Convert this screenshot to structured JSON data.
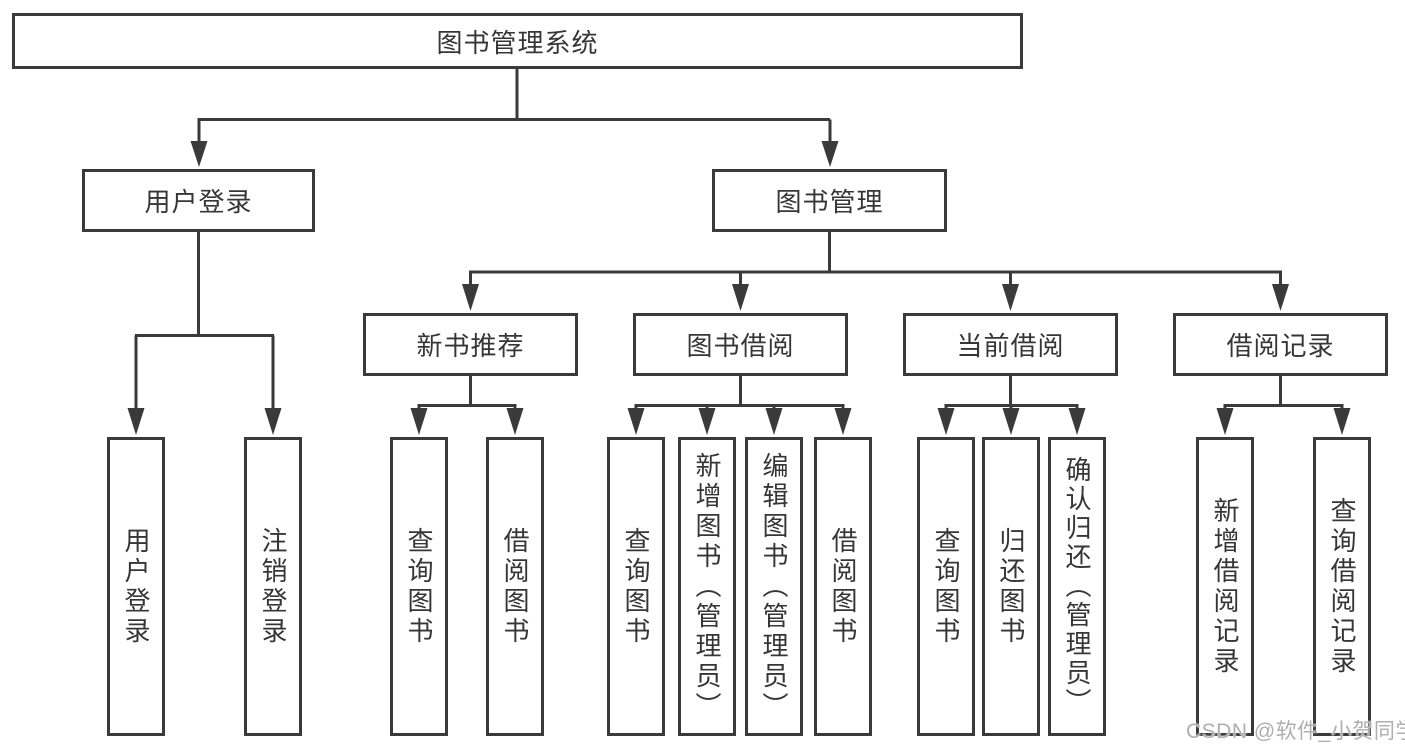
{
  "colors": {
    "line": "#3a3a3a",
    "box_border": "#3a3a3a",
    "text": "#363636",
    "background": "#ffffff",
    "watermark_gray": "#a8a8a8"
  },
  "root": {
    "label": "图书管理系统"
  },
  "branches": {
    "user_login": {
      "label": "用户登录",
      "children": [
        "用户登录",
        "注销登录"
      ]
    },
    "book_mgmt": {
      "label": "图书管理",
      "children": [
        {
          "label": "新书推荐",
          "children": [
            "查询图书",
            "借阅图书"
          ]
        },
        {
          "label": "图书借阅",
          "children": [
            "查询图书",
            "新增图书（管理员）",
            "编辑图书（管理员）",
            "借阅图书"
          ]
        },
        {
          "label": "当前借阅",
          "children": [
            "查询图书",
            "归还图书",
            "确认归还（管理员）"
          ]
        },
        {
          "label": "借阅记录",
          "children": [
            "新增借阅记录",
            "查询借阅记录"
          ]
        }
      ]
    }
  },
  "watermark": "CSDN @软件_小贺同学"
}
